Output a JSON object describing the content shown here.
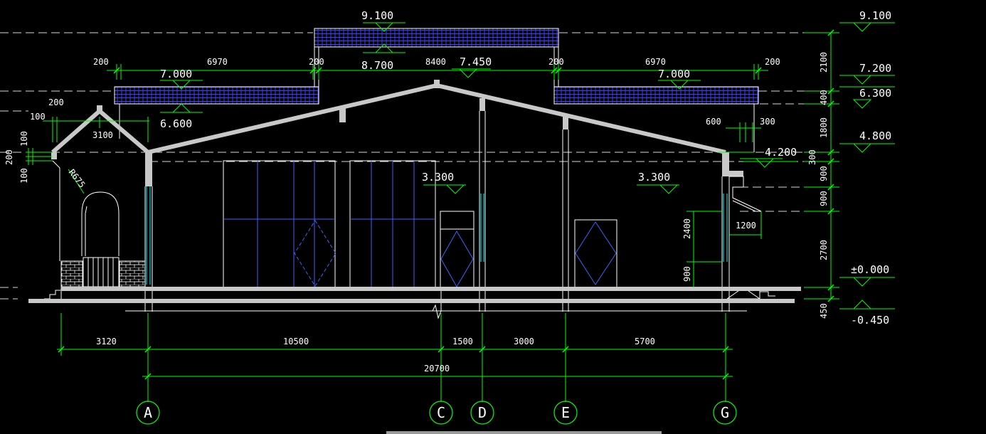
{
  "colors": {
    "background": "#000000",
    "dim_line": "#00ff00",
    "wall": "#c8c8c8",
    "text": "#ffffff",
    "glass": "#0000ff",
    "cyan": "#00ffff",
    "roof_hatch": "#4040ff"
  },
  "elevations": {
    "top_left_9100": "9.100",
    "left_7000": "7.000",
    "left_6600": "6.600",
    "center_8700": "8.700",
    "center_7450": "7.450",
    "right_7000": "7.000",
    "right_4200": "4.200",
    "door_3300_a": "3.300",
    "door_3300_b": "3.300",
    "side_9100": "9.100",
    "side_7200": "7.200",
    "side_6300": "6.300",
    "side_4800": "4.800",
    "side_0000": "±0.000",
    "side_m450": "-0.450"
  },
  "top_dims": {
    "d1": "200",
    "d2": "6970",
    "d3": "200",
    "d4": "8400",
    "d5": "200",
    "d6": "6970",
    "d7": "200"
  },
  "left_dims": {
    "l200a": "200",
    "l100a": "100",
    "l100b": "100",
    "l3100": "3100",
    "l200b": "200",
    "l100c": "100",
    "radius": "R675"
  },
  "right_local_dims": {
    "r600": "600",
    "r300": "300",
    "r1200": "1200",
    "r2400": "2400",
    "r900": "900"
  },
  "vertical_chain": {
    "v2100": "2100",
    "v400": "400",
    "v1800": "1800",
    "v300": "300",
    "v900a": "900",
    "v900b": "900",
    "v2700": "2700",
    "v450": "450"
  },
  "bottom_dims": {
    "b3120": "3120",
    "b10500": "10500",
    "b1500": "1500",
    "b3000": "3000",
    "b5700": "5700",
    "total": "20700"
  },
  "axes": [
    "A",
    "C",
    "D",
    "E",
    "G"
  ]
}
